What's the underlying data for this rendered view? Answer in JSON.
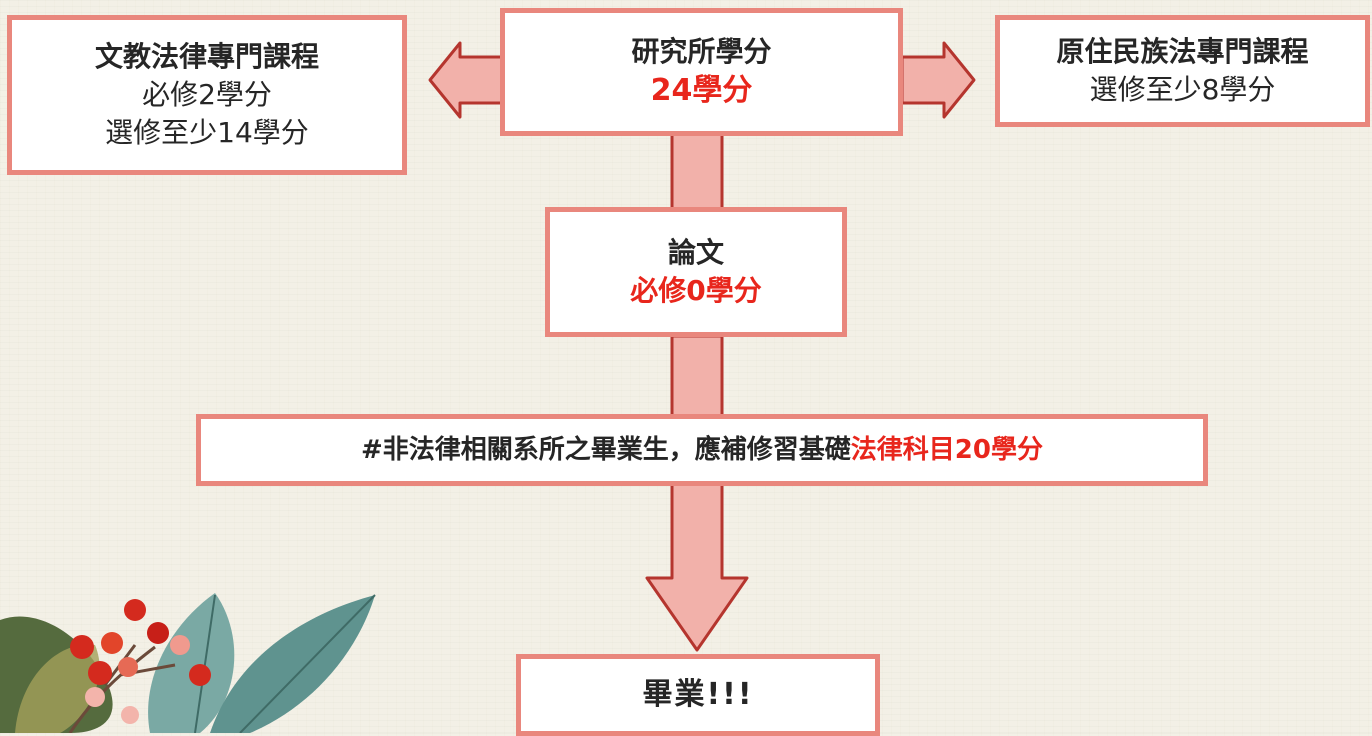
{
  "nodes": {
    "core": {
      "title": "研究所學分",
      "credits": "24學分"
    },
    "left": {
      "title": "文教法律專門課程",
      "line1": "必修2學分",
      "line2": "選修至少14學分"
    },
    "right": {
      "title": "原住民族法專門課程",
      "line1": "選修至少8學分"
    },
    "thesis": {
      "title": "論文",
      "credits": "必修0學分"
    },
    "note": {
      "text": "#非法律相關系所之畢業生，應補修習基礎",
      "highlight": "法律科目20學分"
    },
    "graduate": {
      "title": "畢業!!!"
    }
  },
  "colors": {
    "border": "#e9877d",
    "arrow_fill": "#f2b1aa",
    "arrow_stroke": "#b5352e",
    "highlight": "#e8261c"
  }
}
